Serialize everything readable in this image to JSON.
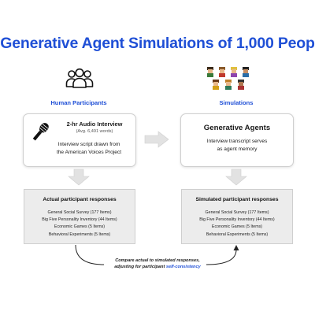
{
  "title": "Generative Agent Simulations of 1,000 Peop",
  "left": {
    "header": "Human Participants",
    "card": {
      "title": "2-hr Audio Interview",
      "subtitle": "(Avg. 6,491 words)",
      "desc_line1": "Interview script drawn from",
      "desc_line2": "the American Voices Project"
    },
    "responses": {
      "title": "Actual participant responses",
      "items": [
        "General Social Survey (177 Items)",
        "Big Five Personality Inventory (44 Items)",
        "Economic Games (5 Items)",
        "Behavioral Experiments (5 Items)"
      ]
    }
  },
  "right": {
    "header": "Simulations",
    "card": {
      "title": "Generative Agents",
      "desc_line1": "Interview transcript serves",
      "desc_line2": "as agent memory"
    },
    "responses": {
      "title": "Simulated participant responses",
      "items": [
        "General Social Survey (177 Items)",
        "Big Five Personality Inventory (44 Items)",
        "Economic Games (5 Items)",
        "Behavioral Experiments (5 Items)"
      ]
    }
  },
  "compare": {
    "line1": "Compare actual to simulated responses,",
    "line2_prefix": "adjusting for participant ",
    "line2_emphasis": "self-consistency"
  },
  "colors": {
    "accent": "#1f4fd6",
    "box_fill": "#ececec",
    "arrow": "#e2e2e2"
  },
  "icons": {
    "people": "people-group-icon",
    "microphone": "microphone-icon",
    "sprites": "pixel-agent-sprites-icon"
  }
}
